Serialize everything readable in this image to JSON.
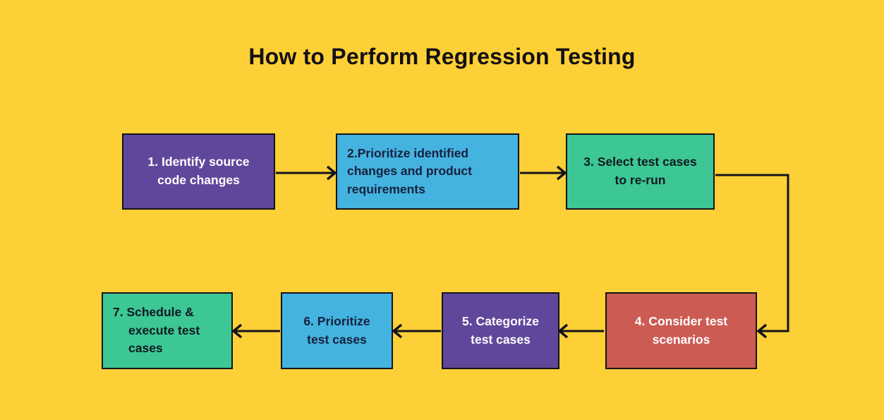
{
  "page": {
    "title": "How to Perform Regression Testing",
    "background_color": "#FCD036",
    "title_color": "#130F14"
  },
  "palette": {
    "purple": "#60479B",
    "blue": "#44B3E0",
    "green": "#3CC795",
    "red": "#CB5B53",
    "outline": "#14121A",
    "light_text": "#FFFFFF",
    "dark_text": "#16213E"
  },
  "flowchart": {
    "type": "process-flow",
    "direction": "left-to-right then wrap right-to-left",
    "steps": [
      {
        "number": "1.",
        "text": "1. Identify source code changes",
        "color": "purple",
        "text_color": "#FFFFFF",
        "row": "top",
        "align": "center"
      },
      {
        "number": "2.",
        "text": "2.Prioritize identified changes and product requirements",
        "color": "blue",
        "text_color": "#16213E",
        "row": "top",
        "align": "left"
      },
      {
        "number": "3.",
        "text": "3. Select test cases to re-run",
        "color": "green",
        "text_color": "#101820",
        "row": "top",
        "align": "center"
      },
      {
        "number": "4.",
        "text": "4. Consider test scenarios",
        "color": "red",
        "text_color": "#FFFFFF",
        "row": "bottom",
        "align": "center"
      },
      {
        "number": "5.",
        "text": "5. Categorize test cases",
        "color": "purple",
        "text_color": "#FFFFFF",
        "row": "bottom",
        "align": "center"
      },
      {
        "number": "6.",
        "text": "6. Prioritize test cases",
        "color": "blue",
        "text_color": "#16213E",
        "row": "bottom",
        "align": "center"
      },
      {
        "number": "7.",
        "text": "7. Schedule & execute test cases",
        "color": "green",
        "text_color": "#101820",
        "row": "bottom",
        "align": "left"
      }
    ],
    "connectors": [
      {
        "from": "1",
        "to": "2",
        "shape": "straight",
        "direction": "right"
      },
      {
        "from": "2",
        "to": "3",
        "shape": "straight",
        "direction": "right"
      },
      {
        "from": "3",
        "to": "4",
        "shape": "elbow",
        "direction": "down-then-left"
      },
      {
        "from": "4",
        "to": "5",
        "shape": "straight",
        "direction": "left"
      },
      {
        "from": "5",
        "to": "6",
        "shape": "straight",
        "direction": "left"
      },
      {
        "from": "6",
        "to": "7",
        "shape": "straight",
        "direction": "left"
      }
    ]
  }
}
